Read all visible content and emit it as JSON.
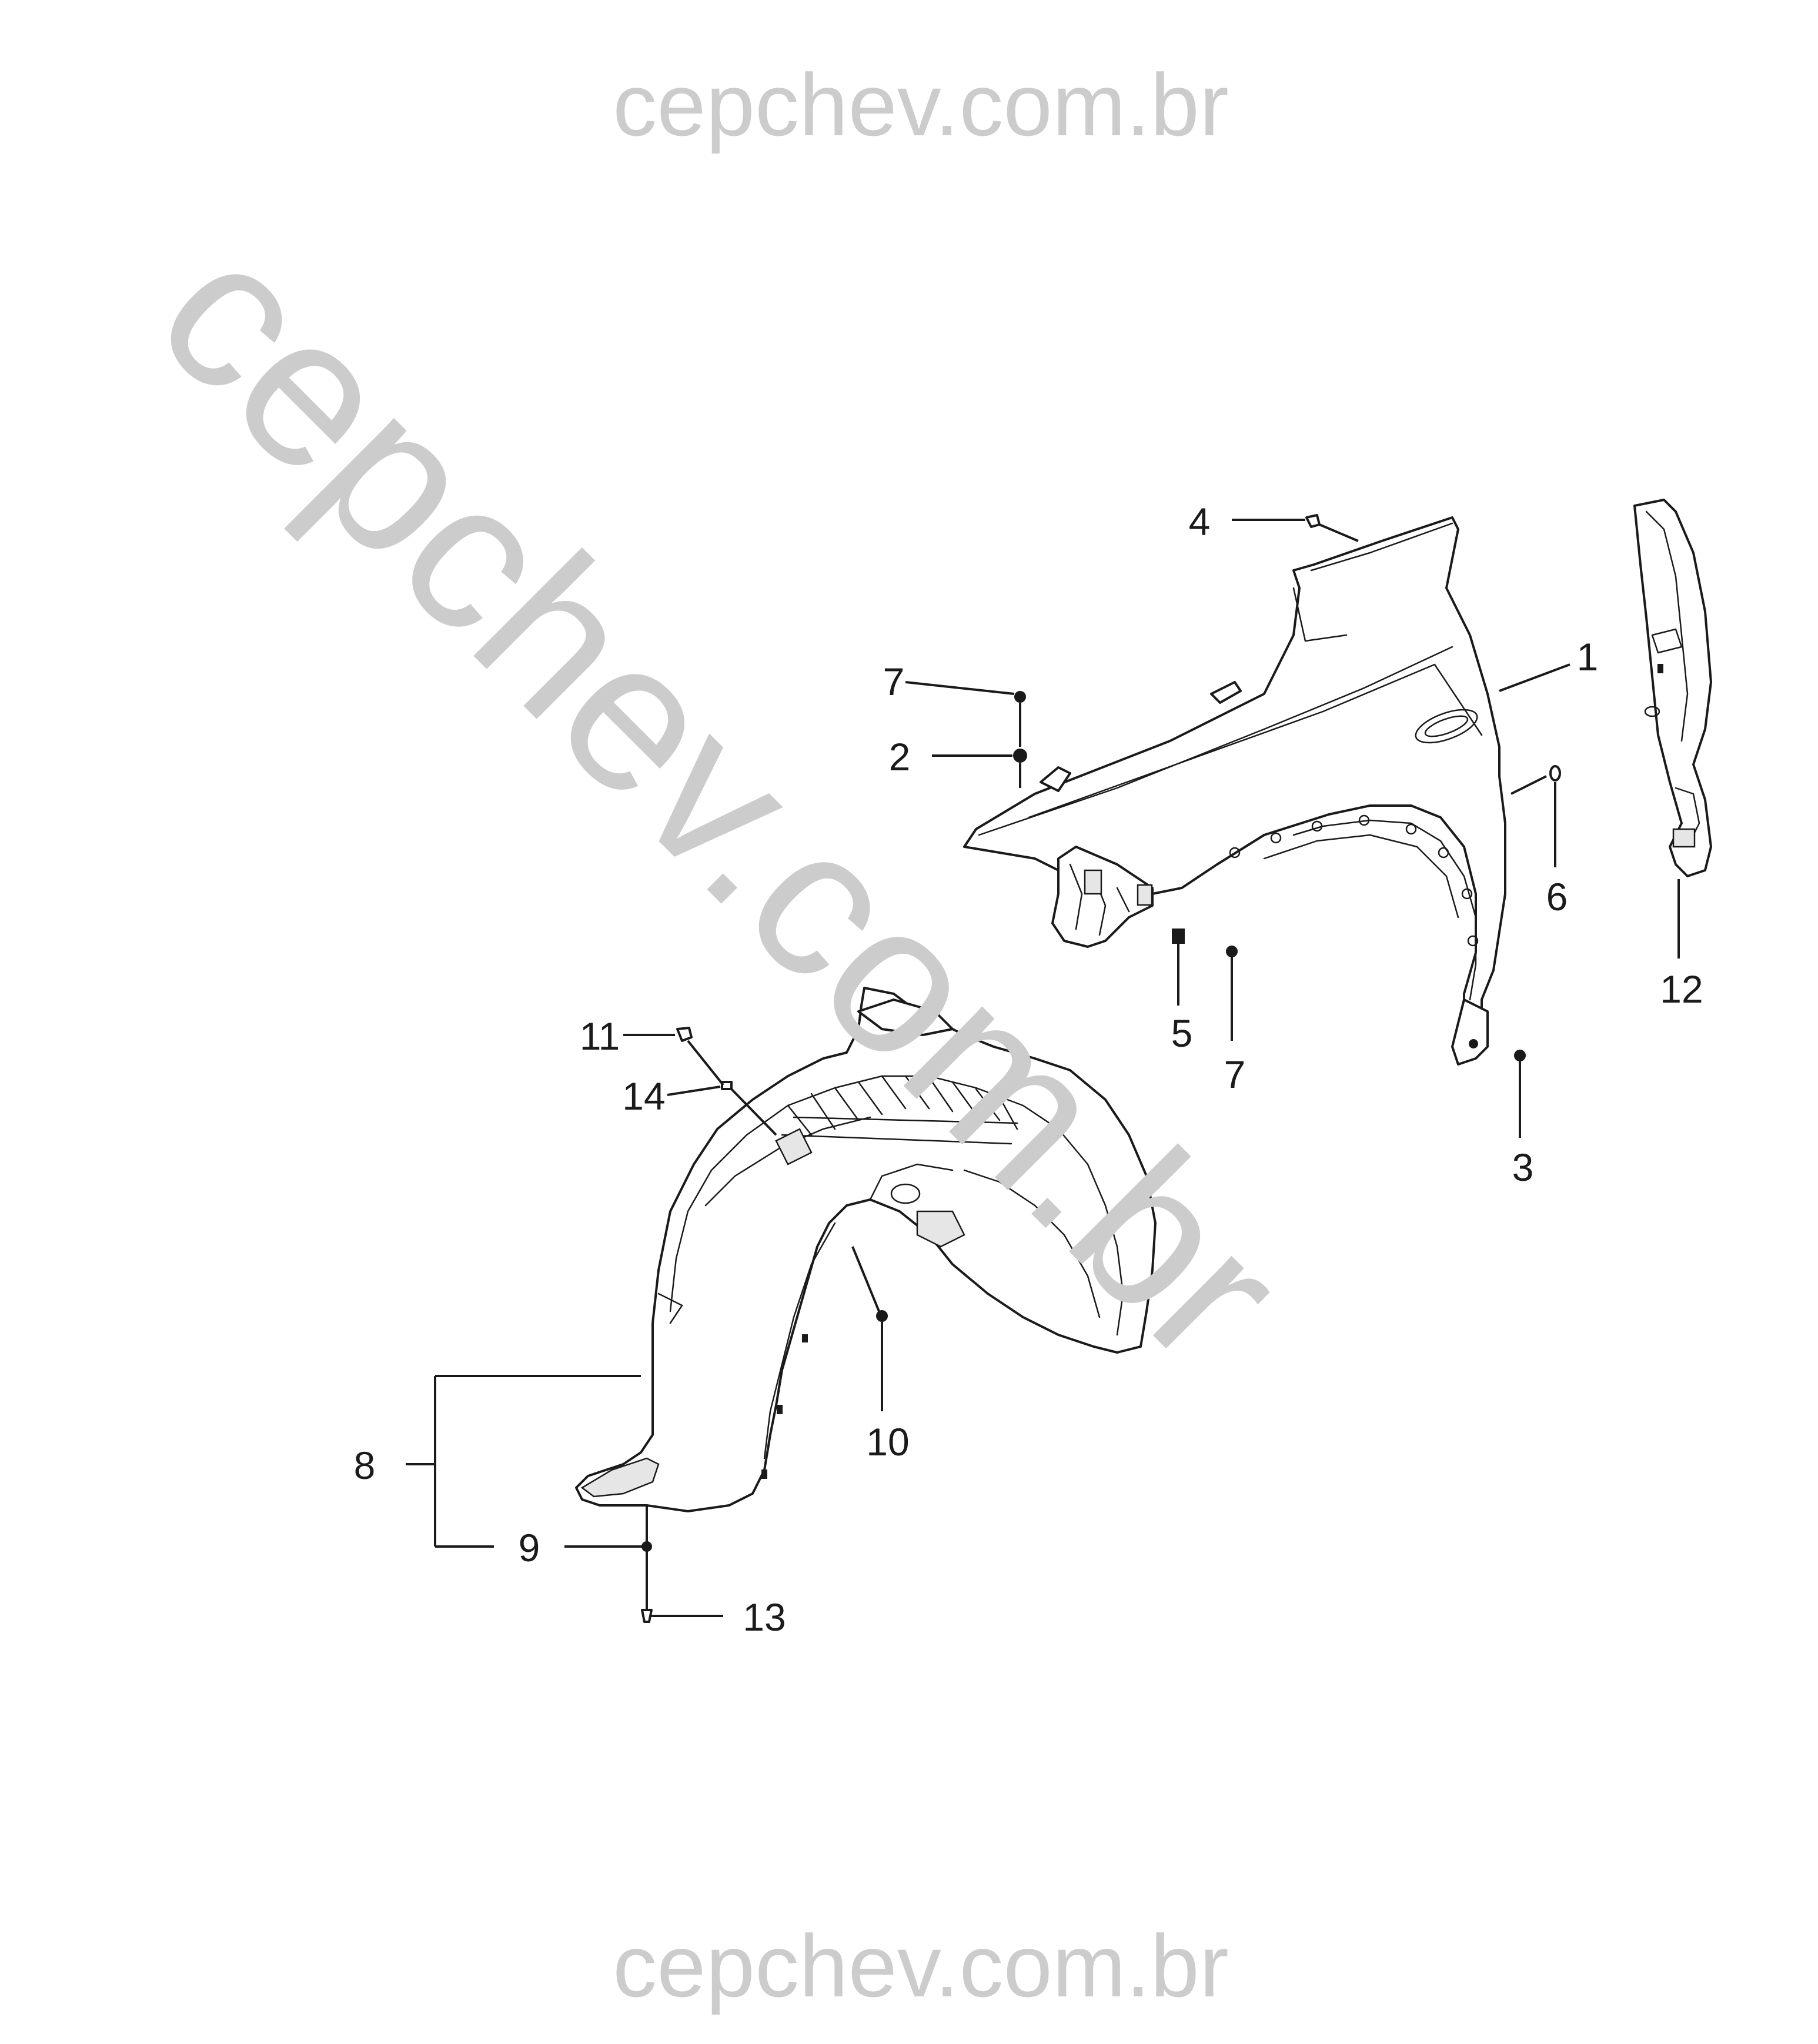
{
  "watermark": {
    "top_text": "cepchev.com.br",
    "bottom_text": "cepchev.com.br",
    "diagonal_text": "cepchev.com.br",
    "color": "#cccccc"
  },
  "callouts": {
    "c1": "1",
    "c2": "2",
    "c3": "3",
    "c4": "4",
    "c5": "5",
    "c6": "6",
    "c7a": "7",
    "c7b": "7",
    "c8": "8",
    "c9": "9",
    "c10": "10",
    "c11": "11",
    "c12": "12",
    "c13": "13",
    "c14": "14"
  },
  "colors": {
    "ink": "#1a1a1a",
    "background": "#ffffff"
  }
}
